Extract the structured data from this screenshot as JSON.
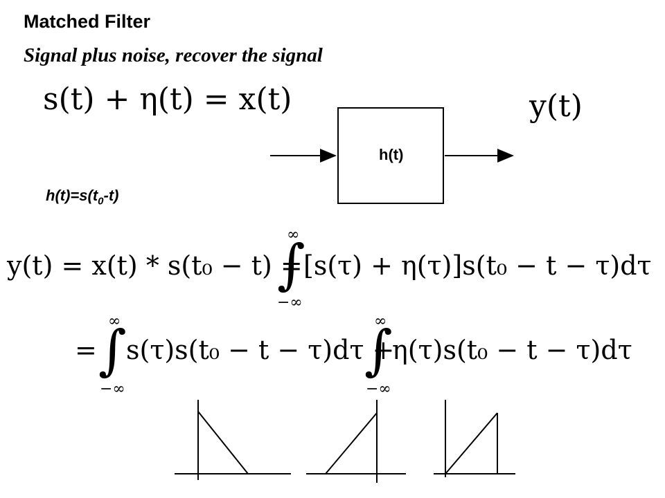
{
  "title": "Matched Filter",
  "subtitle": "Signal plus noise, recover the signal",
  "equation_input": "s(t) + η(t) = x(t)",
  "output_label": "y(t)",
  "filter_label": "h(t)",
  "filter_definition": {
    "lhs": "h(t)=s(t",
    "subscript": "0",
    "rhs": "-t)"
  },
  "equation_line1": {
    "lhs": "y(t) = x(t) * s(t₀ − t) = ",
    "integrand": "[s(τ) + η(τ)]s(t₀ − t − τ)dτ",
    "upper_limit": "∞",
    "lower_limit": "−∞"
  },
  "equation_line2": {
    "prefix": "=",
    "term1": "s(τ)s(t₀ − t − τ)dτ +",
    "term2": "η(τ)s(t₀ − t − τ)dτ",
    "upper_limit": "∞",
    "lower_limit": "−∞"
  }
}
